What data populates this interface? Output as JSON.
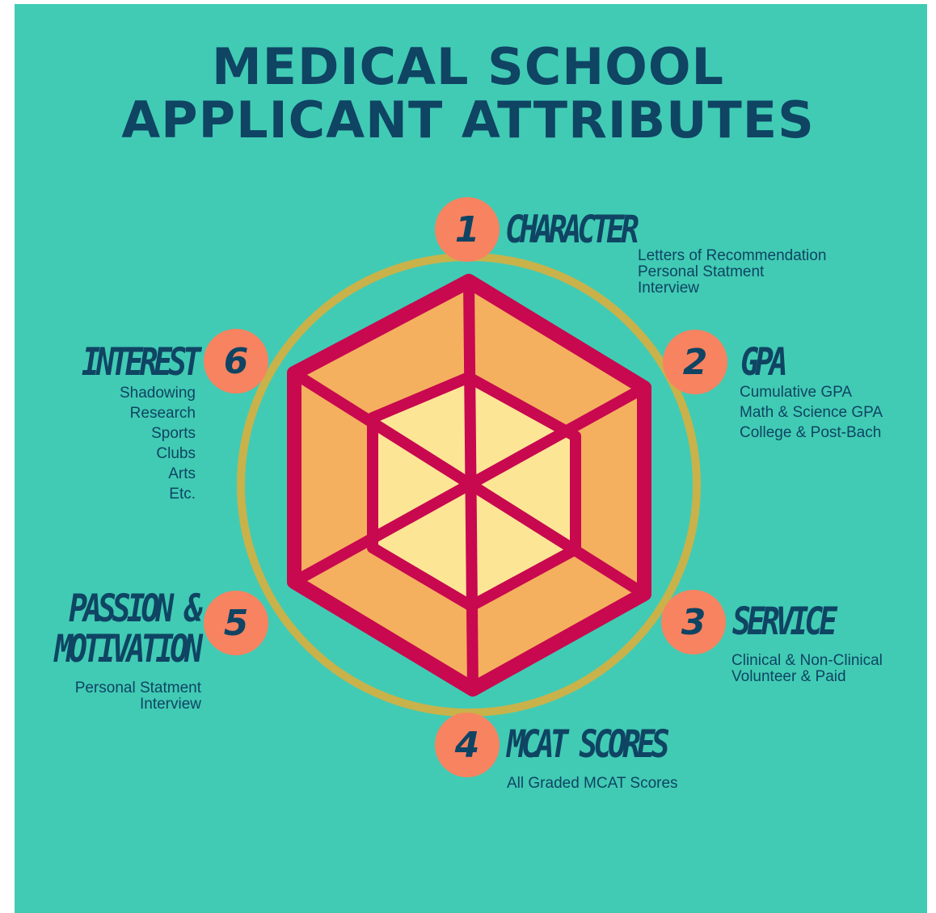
{
  "title": {
    "line1": "MEDICAL SCHOOL",
    "line2": "APPLICANT ATTRIBUTES"
  },
  "attributes": [
    {
      "number": "1",
      "heading": "CHARACTER",
      "items": [
        "Letters of Recommendation",
        "Personal Statment",
        "Interview"
      ]
    },
    {
      "number": "2",
      "heading": "GPA",
      "items": [
        "Cumulative GPA",
        "Math & Science GPA",
        "College & Post-Bach"
      ]
    },
    {
      "number": "3",
      "heading": "SERVICE",
      "items": [
        "Clinical & Non-Clinical",
        "Volunteer & Paid"
      ]
    },
    {
      "number": "4",
      "heading": "MCAT SCORES",
      "items": [
        "All Graded MCAT Scores"
      ]
    },
    {
      "number": "5",
      "heading_line1": "PASSION &",
      "heading_line2": "MOTIVATION",
      "items": [
        "Personal Statment",
        "Interview"
      ]
    },
    {
      "number": "6",
      "heading": "INTEREST",
      "items": [
        "Shadowing",
        "Research",
        "Sports",
        "Clubs",
        "Arts",
        "Etc."
      ]
    }
  ],
  "colors": {
    "background": "#41cbb4",
    "title": "#0f4463",
    "ring": "#c9b24a",
    "hexagon_stroke": "#c8084f",
    "outer_fill": "#f5b05f",
    "inner_fill": "#fde596",
    "number_circle": "#f88360"
  }
}
